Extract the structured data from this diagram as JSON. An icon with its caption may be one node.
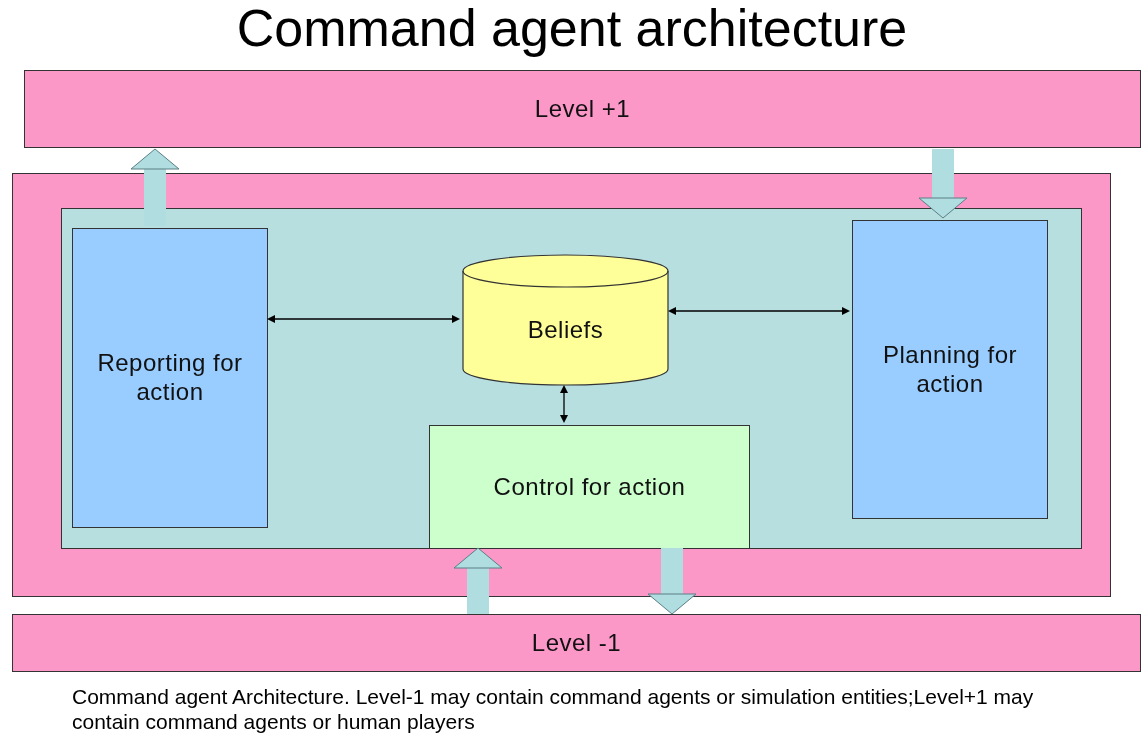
{
  "diagram": {
    "title": "Command agent architecture",
    "caption": "Command agent Architecture. Level-1 may contain command agents or simulation entities;Level+1 may contain command agents or human players",
    "nodes": [
      {
        "text": [
          "Level +1"
        ]
      },
      {
        "text": [],
        "shape": "box"
      },
      {
        "text": [],
        "shape": "box",
        "in": 1
      },
      {
        "text": [
          "Reporting for action"
        ],
        "in": 2
      },
      {
        "text": [
          "Planning for action"
        ],
        "in": 2
      },
      {
        "text": [
          "Beliefs"
        ],
        "in": 2
      },
      {
        "text": [
          "Control for action"
        ],
        "in": 2
      },
      {
        "text": [
          "Level -1"
        ]
      }
    ],
    "edges": [
      {
        "from": 3,
        "to": 0,
        "arrow": "to"
      },
      {
        "from": 0,
        "to": 4,
        "arrow": "to"
      },
      {
        "from": 3,
        "to": 5,
        "arrow": "both",
        "color": "#000000"
      },
      {
        "from": 5,
        "to": 4,
        "arrow": "both",
        "color": "#000000"
      },
      {
        "from": 5,
        "to": 6,
        "arrow": "both",
        "color": "#000000"
      },
      {
        "from": 7,
        "to": 6,
        "arrow": "to"
      },
      {
        "from": 6,
        "to": 7,
        "arrow": "to"
      }
    ]
  }
}
